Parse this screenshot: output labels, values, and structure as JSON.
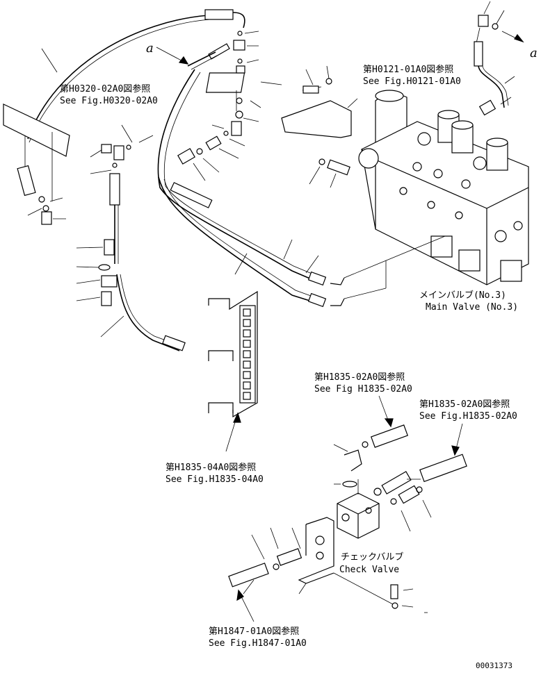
{
  "refs": {
    "h0320_jp": "第H0320-02A0図参照",
    "h0320_en": "See Fig.H0320-02A0",
    "h0121_jp": "第H0121-01A0図参照",
    "h0121_en": "See Fig.H0121-01A0",
    "h1835_02_top_jp": "第H1835-02A0図参照",
    "h1835_02_top_en": "See Fig H1835-02A0",
    "h1835_02_right_jp": "第H1835-02A0図参照",
    "h1835_02_right_en": "See Fig.H1835-02A0",
    "h1835_04_jp": "第H1835-04A0図参照",
    "h1835_04_en": "See Fig.H1835-04A0",
    "h1847_jp": "第H1847-01A0図参照",
    "h1847_en": "See Fig.H1847-01A0"
  },
  "labels": {
    "main_valve_jp": "メインバルブ(No.3)",
    "main_valve_en": "Main Valve (No.3)",
    "check_valve_jp": "チェックバルブ",
    "check_valve_en": "Check Valve",
    "marker_a_left": "a",
    "marker_a_right": "a",
    "drawing_number": "00031373"
  }
}
